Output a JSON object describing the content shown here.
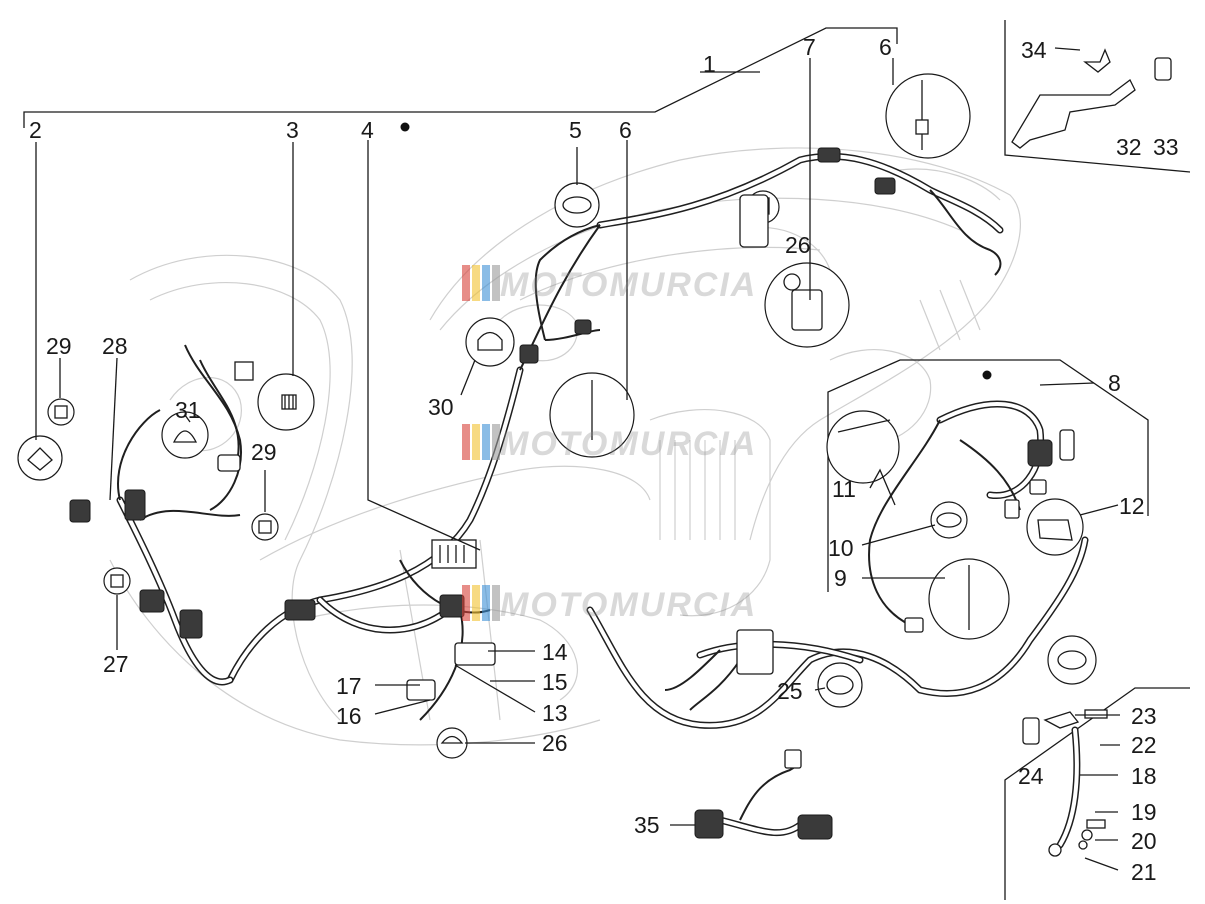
{
  "watermark": {
    "text": "MOTOMURCIA",
    "colors": [
      "#d8413a",
      "#f2c230",
      "#3d8fd6",
      "#9a9a9a"
    ]
  },
  "callouts": [
    "1",
    "2",
    "3",
    "4",
    "5",
    "6",
    "6",
    "7",
    "8",
    "9",
    "10",
    "11",
    "12",
    "13",
    "14",
    "15",
    "16",
    "17",
    "18",
    "19",
    "20",
    "21",
    "22",
    "23",
    "24",
    "25",
    "26",
    "26",
    "27",
    "28",
    "29",
    "29",
    "30",
    "31",
    "32",
    "33",
    "34",
    "35"
  ]
}
